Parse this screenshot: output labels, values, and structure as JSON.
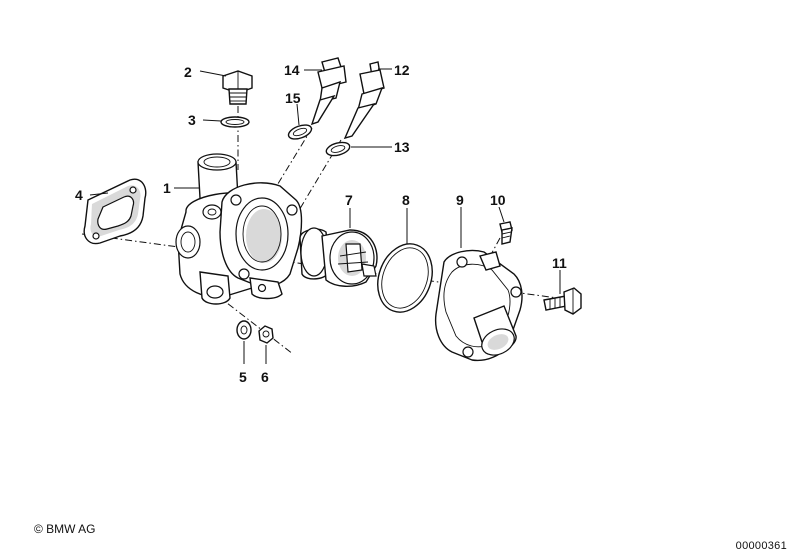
{
  "labels": {
    "l1": "1",
    "l2": "2",
    "l3": "3",
    "l4": "4",
    "l5": "5",
    "l6": "6",
    "l7": "7",
    "l8": "8",
    "l9": "9",
    "l10": "10",
    "l11": "11",
    "l12": "12",
    "l13": "13",
    "l14": "14",
    "l15": "15"
  },
  "footer": {
    "copyright": "© BMW AG",
    "image_number": "00000361"
  }
}
